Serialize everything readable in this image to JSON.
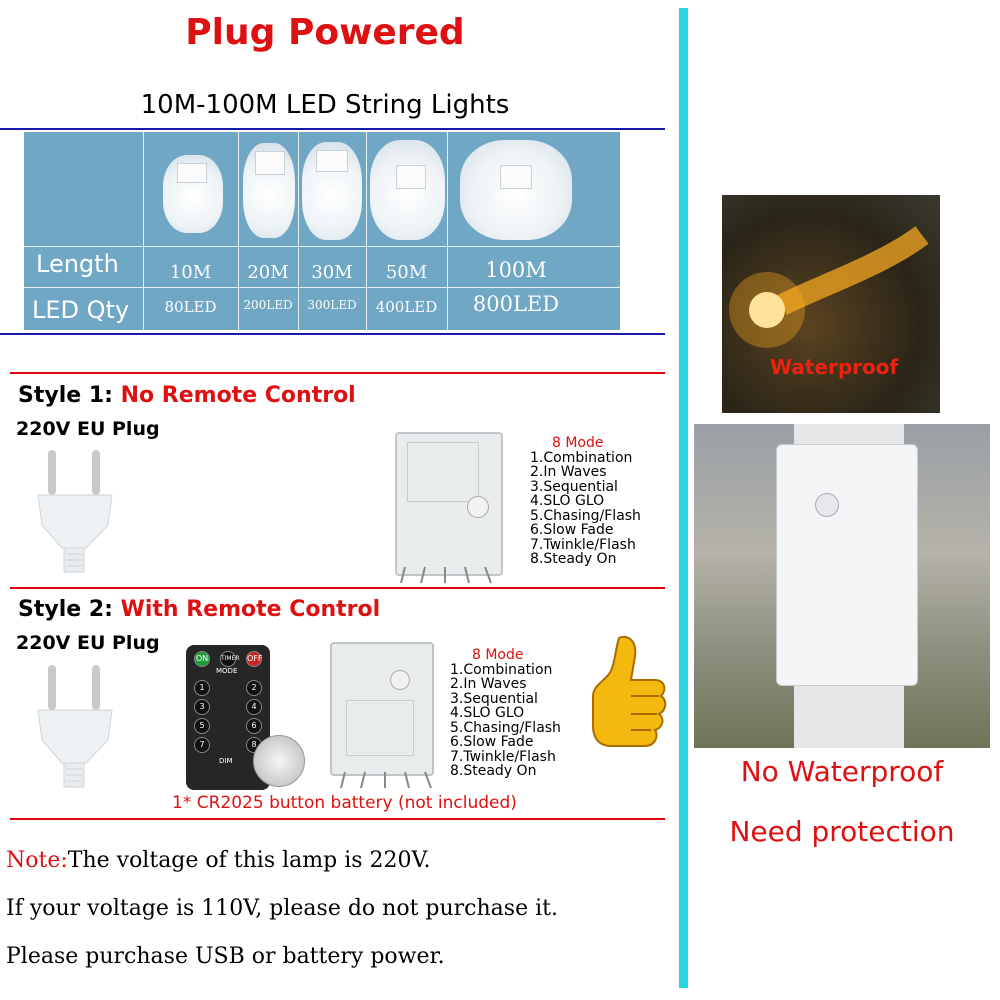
{
  "header": {
    "title": "Plug Powered",
    "subtitle": "10M-100M LED String Lights"
  },
  "spec_table": {
    "row_labels": [
      "Length",
      "LED Qty"
    ],
    "columns": [
      {
        "length": "10M",
        "led_qty": "80LED"
      },
      {
        "length": "20M",
        "led_qty": "200LED"
      },
      {
        "length": "30M",
        "led_qty": "300LED"
      },
      {
        "length": "50M",
        "led_qty": "400LED"
      },
      {
        "length": "100M",
        "led_qty": "800LED"
      }
    ]
  },
  "style1": {
    "prefix": "Style 1: ",
    "name": "No Remote Control",
    "plug": "220V EU Plug",
    "modes_title": "8 Mode",
    "modes": [
      "1.Combination",
      "2.In Waves",
      "3.Sequential",
      "4.SLO GLO",
      "5.Chasing/Flash",
      "6.Slow Fade",
      "7.Twinkle/Flash",
      "8.Steady On"
    ]
  },
  "style2": {
    "prefix": "Style 2: ",
    "name": "With Remote Control",
    "plug": "220V EU Plug",
    "modes_title": "8 Mode",
    "modes": [
      "1.Combination",
      "2.In Waves",
      "3.Sequential",
      "4.SLO GLO",
      "5.Chasing/Flash",
      "6.Slow Fade",
      "7.Twinkle/Flash",
      "8.Steady On"
    ],
    "battery_note": "1* CR2025 button battery (not included)",
    "remote": {
      "mode_label": "MODE",
      "dim_label": "DIM",
      "on": "ON",
      "timer": "TIMER",
      "off": "OFF",
      "keys": [
        "1",
        "2",
        "3",
        "4",
        "5",
        "6",
        "7",
        "8"
      ]
    }
  },
  "note": {
    "prefix": "Note:",
    "line1": "The voltage of this lamp is 220V.",
    "line2": "If your voltage is 110V, please do not purchase it.",
    "line3": "Please purchase USB or battery power."
  },
  "right_panel": {
    "waterproof_label": "Waterproof",
    "caption1": "No Waterproof",
    "caption2": "Need protection"
  },
  "colors": {
    "accent_red": "#dd1111",
    "table_blue": "#6fa7c5",
    "divider_cyan": "#29d4e4",
    "rule_navy": "#1a1aa8"
  }
}
